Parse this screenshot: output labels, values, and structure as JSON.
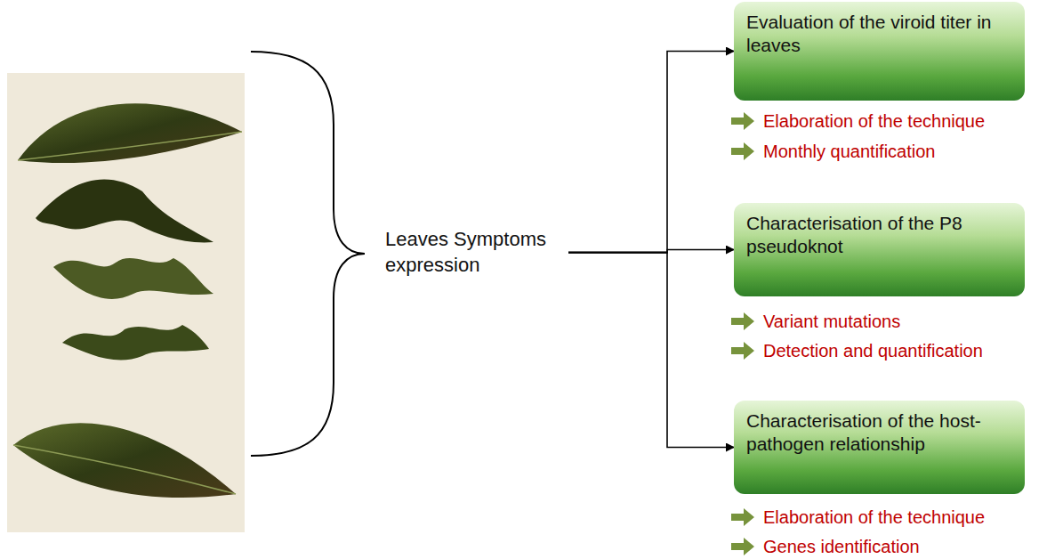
{
  "diagram": {
    "nodes": [
      {
        "text": [
          "Leaves Symptoms expression"
        ]
      },
      {
        "text": [
          "Evaluation of the viroid titer in leaves"
        ]
      },
      {
        "text": [
          "Characterisation of the P8 pseudoknot"
        ]
      },
      {
        "text": [
          "Characterisation of the host-pathogen relationship"
        ]
      }
    ],
    "edges": [
      {
        "from": 0,
        "to": 1,
        "arrow": "to"
      },
      {
        "from": 0,
        "to": 2,
        "arrow": "to"
      },
      {
        "from": 0,
        "to": 3,
        "arrow": "to"
      }
    ],
    "labels": [
      "Elaboration of the technique",
      "Monthly quantification",
      "Variant mutations",
      "Detection and quantification",
      "Elaboration of the technique",
      "Genes identification"
    ]
  }
}
